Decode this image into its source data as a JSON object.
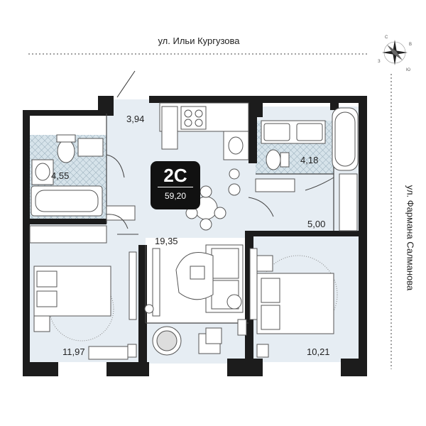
{
  "streets": {
    "top": "ул. Ильи Кургузова",
    "right": "ул. Фармана Салманова"
  },
  "badge": {
    "type": "2С",
    "total_area": "59,20"
  },
  "rooms": [
    {
      "name": "entrance-nook",
      "area": "3,94"
    },
    {
      "name": "bathroom-left",
      "area": "4,55"
    },
    {
      "name": "bathroom-right",
      "area": "4,18"
    },
    {
      "name": "hall",
      "area": "5,00"
    },
    {
      "name": "kitchen-living",
      "area": "19,35"
    },
    {
      "name": "bedroom-left",
      "area": "11,97"
    },
    {
      "name": "bedroom-right",
      "area": "10,21"
    }
  ],
  "colors": {
    "wall": "#1c1c1c",
    "floor": "#e6edf3",
    "tile": "#d6e3ea",
    "furniture": "#ffffff",
    "line": "#444444"
  }
}
